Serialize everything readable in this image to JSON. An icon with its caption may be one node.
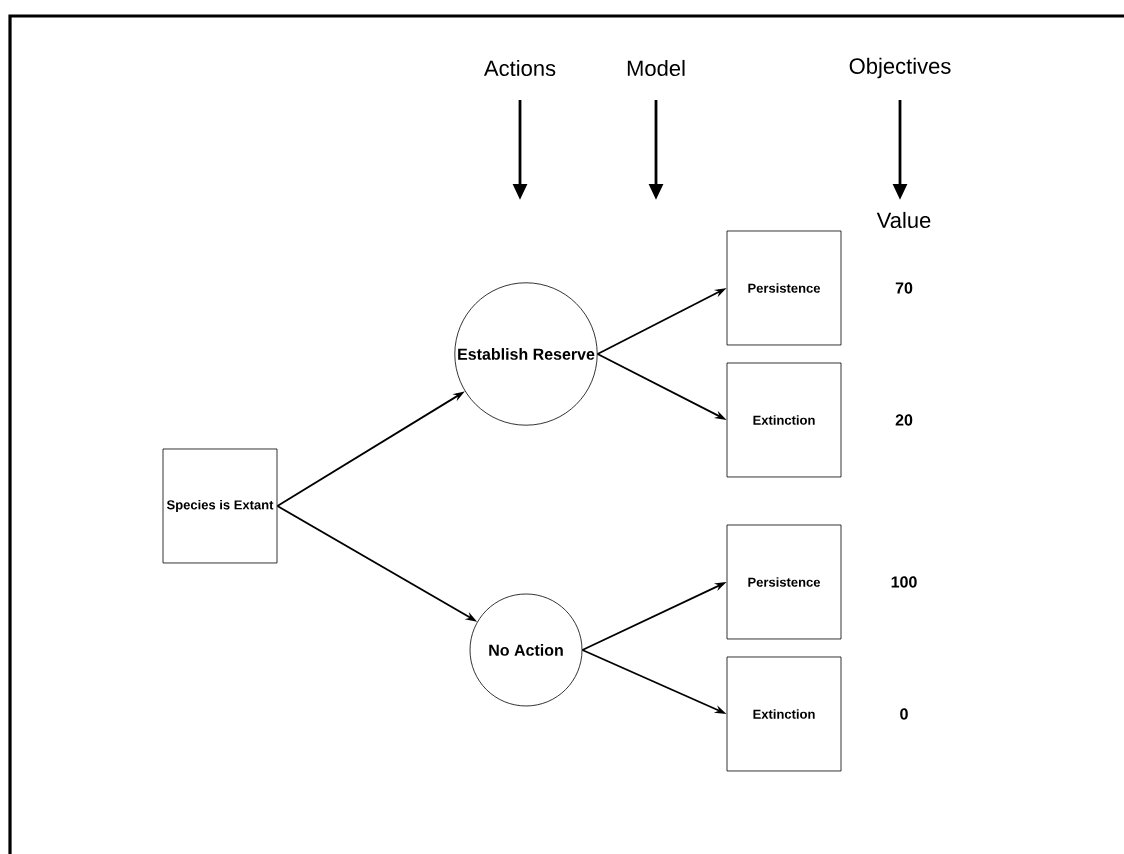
{
  "diagram": {
    "nodes": [
      {
        "text": [
          "Species is Extant"
        ]
      },
      {
        "text": [
          "Establish Reserve"
        ]
      },
      {
        "text": [
          "No Action"
        ]
      },
      {
        "text": [
          "Persistence"
        ]
      },
      {
        "text": [
          "Extinction"
        ]
      },
      {
        "text": [
          "Persistence"
        ]
      },
      {
        "text": [
          "Extinction"
        ]
      }
    ],
    "edges": [
      {
        "from": 0,
        "to": 1,
        "arrow": "to"
      },
      {
        "from": 0,
        "to": 2,
        "arrow": "to"
      },
      {
        "from": 1,
        "to": 3,
        "arrow": "to"
      },
      {
        "from": 1,
        "to": 4,
        "arrow": "to"
      },
      {
        "from": 2,
        "to": 5,
        "arrow": "to"
      },
      {
        "from": 2,
        "to": 6,
        "arrow": "to"
      }
    ],
    "labels": [
      "Actions",
      "Model",
      "Objectives",
      "Value",
      "70",
      "20",
      "100",
      "0"
    ]
  }
}
